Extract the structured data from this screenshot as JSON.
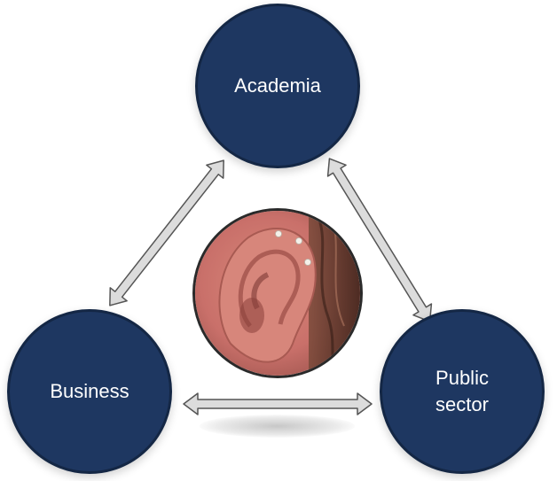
{
  "nodes": {
    "academia": "Academia",
    "business": "Business",
    "public_sector_line1": "Public",
    "public_sector_line2": "sector"
  },
  "center_image": "ear-with-piercings",
  "colors": {
    "node_fill": "#1e3761",
    "arrow_fill": "#dcdcdc",
    "arrow_stroke": "#555555"
  },
  "arrows": [
    {
      "from": "academia",
      "to": "business",
      "direction": "bidirectional"
    },
    {
      "from": "academia",
      "to": "public_sector",
      "direction": "bidirectional"
    },
    {
      "from": "business",
      "to": "public_sector",
      "direction": "bidirectional"
    }
  ]
}
